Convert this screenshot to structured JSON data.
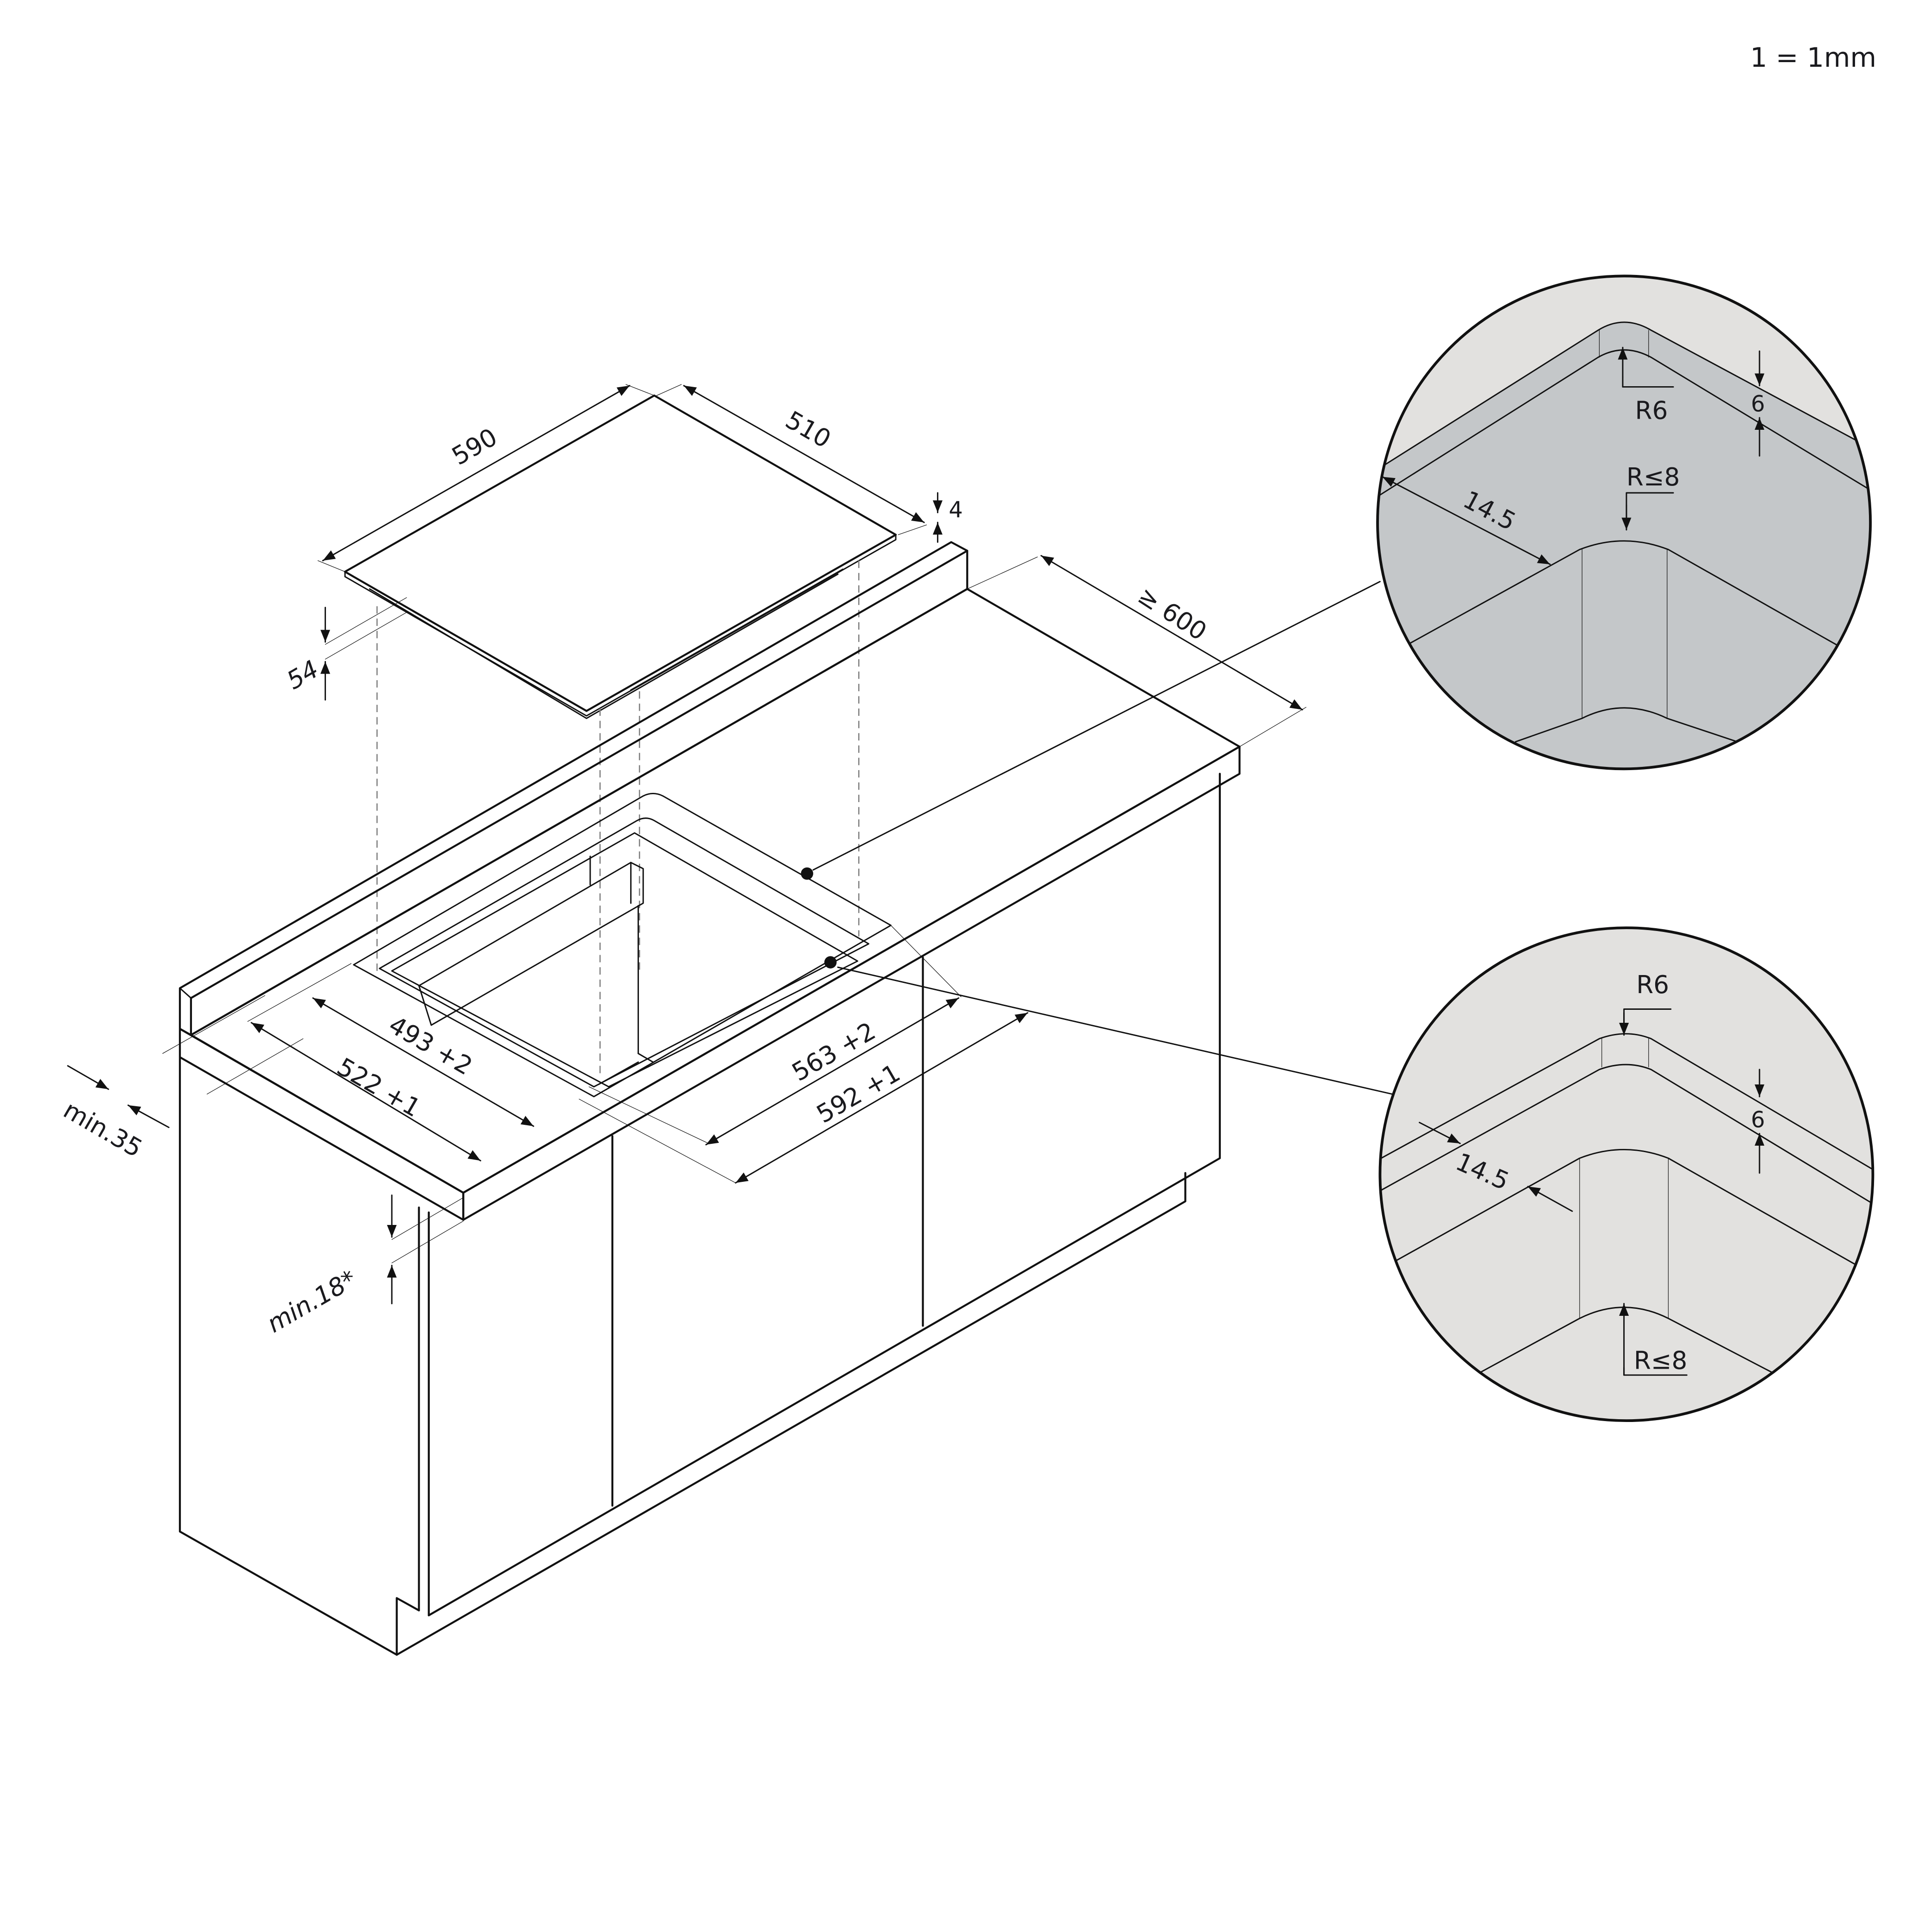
{
  "scale_note": "1 = 1mm",
  "colors": {
    "worktop": "#e2e1df",
    "rim": "#c4c7c9",
    "cut_edge": "#abaeb1",
    "line": "#111111",
    "hidden_line": "#808080"
  },
  "hob": {
    "width_label": "590",
    "depth_label": "510",
    "glass_thickness_label": "4",
    "height_label": "54"
  },
  "worktop": {
    "min_depth_label": "≥ 600",
    "front_edge_min_label": "min.35",
    "min_thickness_label": "min.18*"
  },
  "cutout": {
    "inner_depth_label": "493 +2",
    "outer_depth_label": "522 +1",
    "inner_width_label": "563 +2",
    "outer_width_label": "592 +1"
  },
  "detail_top": {
    "corner_radius_label": "R6",
    "rim_thickness_label": "6",
    "offset_label": "14.5",
    "cutout_radius_label": "R≤8"
  },
  "detail_bottom": {
    "corner_radius_label": "R6",
    "rim_thickness_label": "6",
    "offset_label": "14.5",
    "cutout_radius_label": "R≤8"
  }
}
